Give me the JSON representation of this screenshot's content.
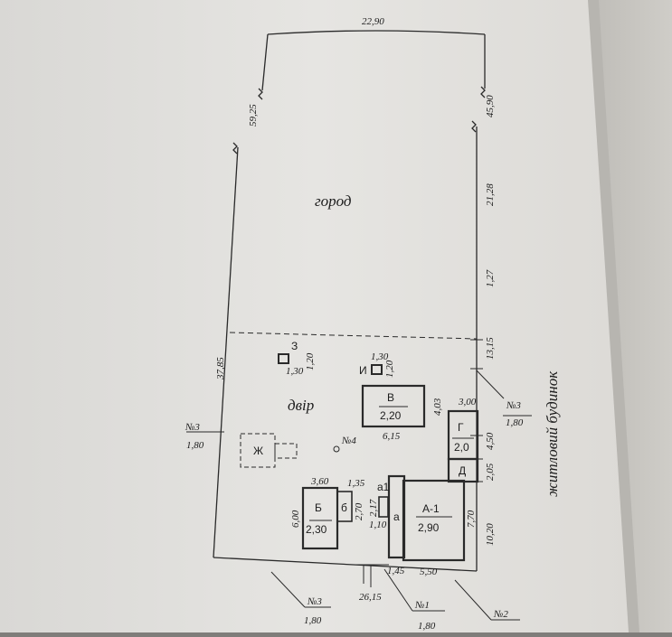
{
  "plan": {
    "area_garden": "город",
    "area_yard": "двір",
    "side_label": "житловий будинок",
    "dims": {
      "top": "22,90",
      "left_upper": "59,25",
      "left_lower": "37,85",
      "right_top": "45,90",
      "right_1": "21,28",
      "right_2": "1,27",
      "right_3": "13,15",
      "right_4": "4,03",
      "right_5": "4,50",
      "right_6": "2,05",
      "right_7": "7,70",
      "right_8": "10,20",
      "bottom": "26,15",
      "bottom_left_1": "1,45",
      "bottom_left_2": "5,50"
    },
    "neighbors": {
      "left": {
        "no": "№3",
        "val": "1,80"
      },
      "right": {
        "no": "№3",
        "val": "1,80"
      },
      "bottom_left": {
        "no": "№3",
        "val": "1,80"
      },
      "bottom_mid": {
        "no": "№1",
        "val": "1,80"
      },
      "bottom_right": {
        "no": "№2"
      },
      "point": {
        "no": "№4"
      }
    },
    "buildings": {
      "v": {
        "name": "В",
        "height": "2,20",
        "width": "6,15"
      },
      "h": {
        "name": "Г",
        "height": "2,0",
        "width": "3,00"
      },
      "d": {
        "name": "Д"
      },
      "a1": {
        "name": "А-1",
        "height": "2,90",
        "small": "а",
        "a1": "а1",
        "a1_w": "2,17",
        "a1_h": "1,10"
      },
      "b": {
        "name": "Б",
        "height": "2,30",
        "width": "3,60",
        "depth": "6,00",
        "small": "б",
        "small_w": "1,35",
        "small_h": "2,70"
      },
      "z": {
        "name": "З",
        "w": "1,30",
        "h": "1,20"
      },
      "i": {
        "name": "И",
        "w": "1,30",
        "h": "1,20"
      },
      "zh": {
        "name": "Ж"
      }
    }
  }
}
